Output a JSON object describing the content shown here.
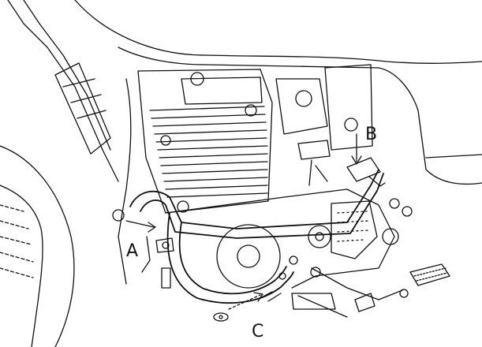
{
  "labels": {
    "a": "A",
    "b": "B",
    "c": "C"
  },
  "colors": {
    "ink": "#111111",
    "paper": "#ffffff",
    "shade": "#e6e6e6"
  }
}
